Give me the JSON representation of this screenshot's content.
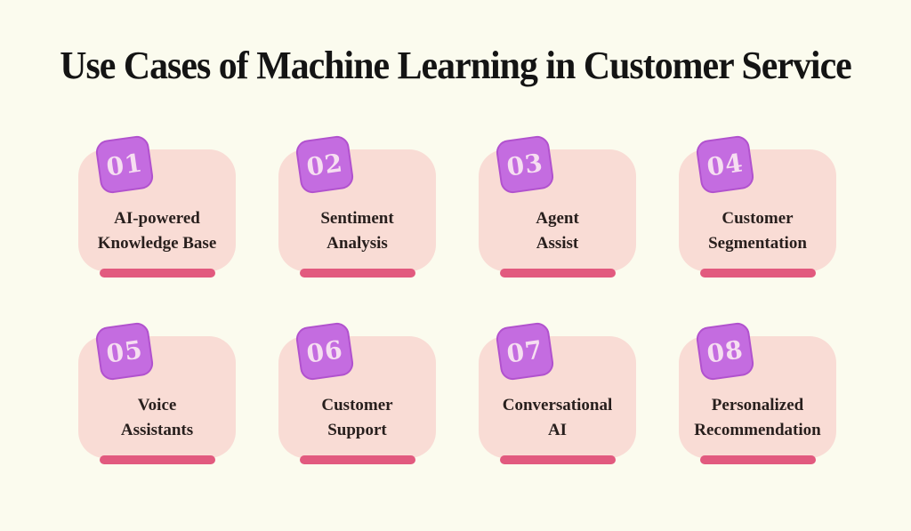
{
  "page": {
    "title": "Use Cases of Machine Learning in Customer Service"
  },
  "colors": {
    "background": "#fbfbee",
    "card_fill": "#f9dcd5",
    "badge_fill": "#c46ce0",
    "badge_border": "#b152ce",
    "badge_number_text": "#f6def1",
    "underline_accent": "#e25a7f",
    "title_text": "#141414",
    "label_text": "#281f1d"
  },
  "cards": [
    {
      "number": "01",
      "label_line1": "AI-powered",
      "label_line2": "Knowledge Base"
    },
    {
      "number": "02",
      "label_line1": "Sentiment",
      "label_line2": "Analysis"
    },
    {
      "number": "03",
      "label_line1": "Agent",
      "label_line2": "Assist"
    },
    {
      "number": "04",
      "label_line1": "Customer",
      "label_line2": "Segmentation"
    },
    {
      "number": "05",
      "label_line1": "Voice",
      "label_line2": "Assistants"
    },
    {
      "number": "06",
      "label_line1": "Customer",
      "label_line2": "Support"
    },
    {
      "number": "07",
      "label_line1": "Conversational",
      "label_line2": "AI"
    },
    {
      "number": "08",
      "label_line1": "Personalized",
      "label_line2": "Recommendation"
    }
  ]
}
